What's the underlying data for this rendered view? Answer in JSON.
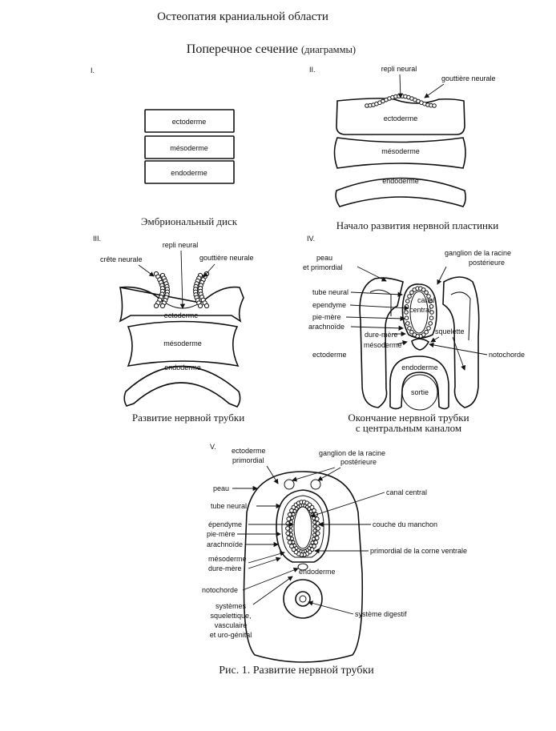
{
  "header": {
    "running_title": "Остеопатия краниальной области",
    "section_title": "Поперечное сечение",
    "section_note": "(диаграммы)"
  },
  "panels": [
    {
      "numeral": "I.",
      "caption": [
        "Эмбриональный диск"
      ],
      "labels": [
        "ectoderme",
        "mésoderme",
        "endoderme"
      ]
    },
    {
      "numeral": "II.",
      "caption": [
        "Начало развития нервной пластинки"
      ],
      "labels": [
        "repli neural",
        "gouttière neurale",
        "ectoderme",
        "mésoderme",
        "endoderme"
      ]
    },
    {
      "numeral": "III.",
      "caption": [
        "Развитие нервной трубки"
      ],
      "labels": [
        "repli neural",
        "crête neurale",
        "gouttière neurale",
        "ectoderme",
        "mésoderme",
        "endoderme"
      ]
    },
    {
      "numeral": "IV.",
      "caption": [
        "Окончание нервной трубки",
        "с центральным каналом"
      ],
      "labels": [
        "peau",
        "et primordial",
        "ganglion de la racine",
        "postérieure",
        "tube neural",
        "canal",
        "central",
        "ependyme",
        "pie-mère",
        "arachnoïde",
        "dure-mère",
        "mésoderme",
        "squelette",
        "ectoderme",
        "notochorde",
        "endoderme",
        "sortie"
      ]
    },
    {
      "numeral": "V.",
      "caption": [],
      "labels": [
        "ectoderme",
        "primordial",
        "ganglion de la racine",
        "postérieure",
        "peau",
        "canal central",
        "tube neural",
        "épendyme",
        "couche du manchon",
        "pie-mère",
        "arachnoïde",
        "primordial de la corne ventrale",
        "mésoderme",
        "dure-mère",
        "endoderme",
        "notochorde",
        "systèmes",
        "squelettique,",
        "vasculaire",
        "et uro-génital",
        "système digestif"
      ]
    }
  ],
  "figure_caption": "Рис. 1. Развитие нервной трубки"
}
